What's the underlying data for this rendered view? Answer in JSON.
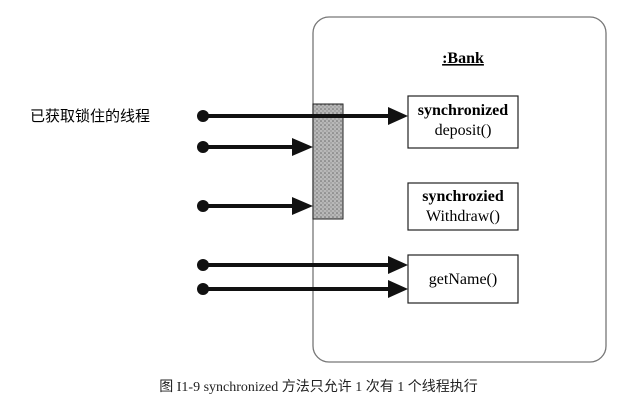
{
  "object": {
    "title": ":Bank"
  },
  "methods": [
    {
      "keyword": "synchronized",
      "name": "deposit()"
    },
    {
      "keyword": "synchrozied",
      "name": "Withdraw()"
    },
    {
      "keyword": "",
      "name": "getName()"
    }
  ],
  "lock_holder_label": "已获取锁住的线程",
  "caption": "图 I1-9    synchronized 方法只允许 1 次有 1 个线程执行",
  "threads": [
    {
      "target": "deposit()",
      "state": "holds-lock"
    },
    {
      "target": "lock",
      "state": "waiting"
    },
    {
      "target": "lock",
      "state": "waiting"
    },
    {
      "target": "getName()",
      "state": "running"
    },
    {
      "target": "getName()",
      "state": "running"
    }
  ],
  "colors": {
    "ink": "#111111",
    "frame": "#777777",
    "lock_fill": "#a9a9a9"
  }
}
